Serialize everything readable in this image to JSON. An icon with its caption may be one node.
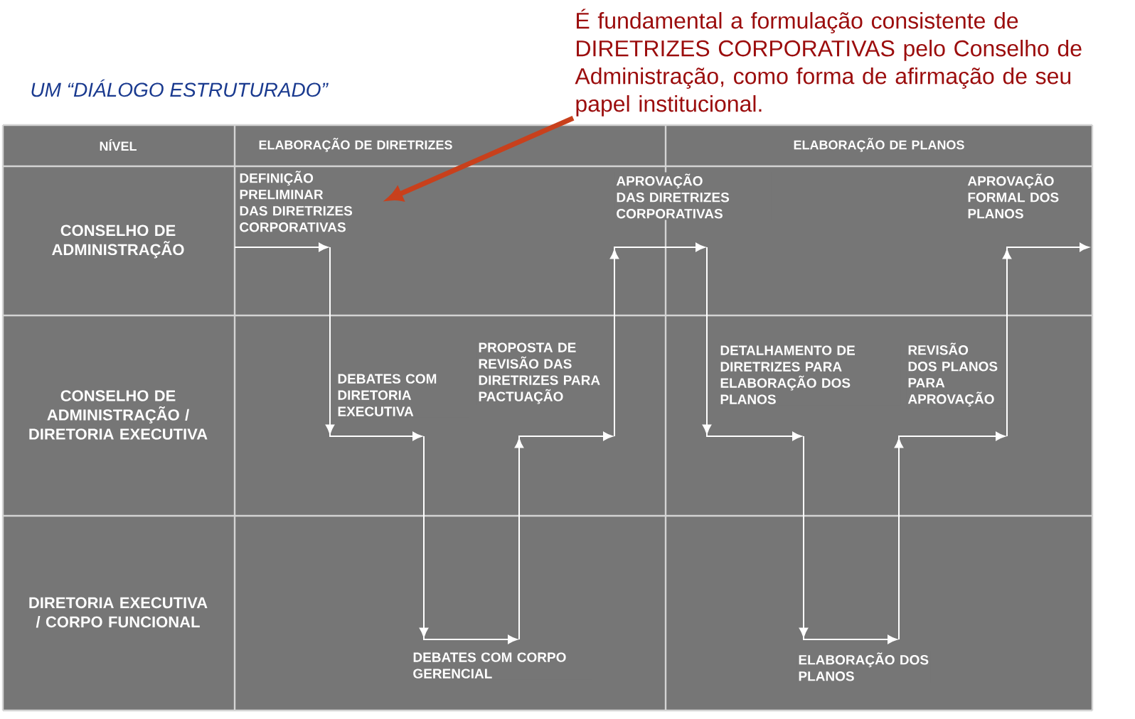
{
  "diagram": {
    "title": "UM “DIÁLOGO ESTRUTURADO”",
    "nodes": [
      {
        "text": [
          "É fundamental a formulação consistente de DIRETRIZES CORPORATIVAS pelo Conselho de Administração, como forma de afirmação de seu papel institucional."
        ]
      },
      {
        "text": [
          "DEFINIÇÃO PRELIMINAR DAS DIRETRIZES CORPORATIVAS"
        ]
      },
      {
        "text": [
          "DEBATES COM DIRETORIA EXECUTIVA"
        ]
      },
      {
        "text": [
          "DEBATES COM CORPO GERENCIAL"
        ]
      },
      {
        "text": [
          "PROPOSTA DE REVISÃO DAS DIRETRIZES PARA PACTUAÇÃO"
        ]
      },
      {
        "text": [
          "APROVAÇÃO DAS DIRETRIZES CORPORATIVAS"
        ]
      },
      {
        "text": [
          "DETALHAMENTO DE DIRETRIZES PARA ELABORAÇÃO DOS PLANOS"
        ]
      },
      {
        "text": [
          "ELABORAÇÃO DOS PLANOS"
        ]
      },
      {
        "text": [
          "REVISÃO DOS PLANOS PARA APROVAÇÃO"
        ]
      },
      {
        "text": [
          "APROVAÇÃO FORMAL DOS PLANOS"
        ]
      }
    ],
    "edges": [
      {
        "from": null,
        "to": 1,
        "arrow": "to"
      },
      {
        "from": 1,
        "to": 2,
        "arrow": "to"
      },
      {
        "from": 2,
        "to": 3,
        "arrow": "to"
      },
      {
        "from": 3,
        "to": 4,
        "arrow": "to"
      },
      {
        "from": 4,
        "to": 5,
        "arrow": "to"
      },
      {
        "from": 5,
        "to": 6,
        "arrow": "to"
      },
      {
        "from": 6,
        "to": 7,
        "arrow": "to"
      },
      {
        "from": 7,
        "to": 8,
        "arrow": "to"
      },
      {
        "from": 8,
        "to": 9,
        "arrow": "to"
      },
      {
        "from": 0,
        "to": 1,
        "arrow": "to",
        "style": "thick",
        "color": "#c8401c"
      }
    ],
    "labels": [
      "NÍVEL",
      "ELABORAÇÃO DE DIRETRIZES",
      "ELABORAÇÃO DE PLANOS",
      "CONSELHO DE ADMINISTRAÇÃO",
      "CONSELHO DE ADMINISTRAÇÃO / DIRETORIA EXECUTIVA",
      "DIRETORIA EXECUTIVA / CORPO FUNCIONAL"
    ]
  }
}
